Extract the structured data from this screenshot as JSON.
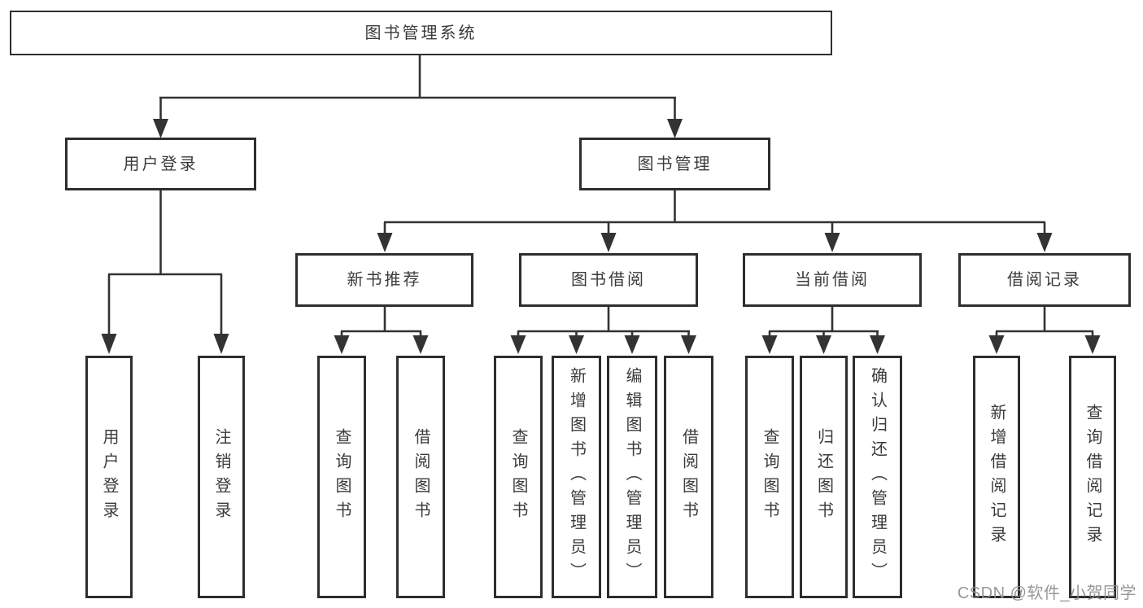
{
  "diagram_type": "hierarchy-tree",
  "colors": {
    "background": "#ffffff",
    "box_border": "#2e2e2e",
    "line": "#333333",
    "text": "#3b3b3b",
    "watermark": "#8f8f8f"
  },
  "tree": {
    "root": {
      "label": "图书管理系统",
      "children": [
        {
          "label": "用户登录",
          "children": [
            {
              "label": "用户登录"
            },
            {
              "label": "注销登录"
            }
          ]
        },
        {
          "label": "图书管理",
          "children": [
            {
              "label": "新书推荐",
              "children": [
                {
                  "label": "查询图书"
                },
                {
                  "label": "借阅图书"
                }
              ]
            },
            {
              "label": "图书借阅",
              "children": [
                {
                  "label": "查询图书"
                },
                {
                  "label": "新增图书（管理员）"
                },
                {
                  "label": "编辑图书（管理员）"
                },
                {
                  "label": "借阅图书"
                }
              ]
            },
            {
              "label": "当前借阅",
              "children": [
                {
                  "label": "查询图书"
                },
                {
                  "label": "归还图书"
                },
                {
                  "label": "确认归还（管理员）"
                }
              ]
            },
            {
              "label": "借阅记录",
              "children": [
                {
                  "label": "新增借阅记录"
                },
                {
                  "label": "查询借阅记录"
                }
              ]
            }
          ]
        }
      ]
    }
  },
  "watermark": {
    "text": "CSDN @软件_小贺同学"
  }
}
